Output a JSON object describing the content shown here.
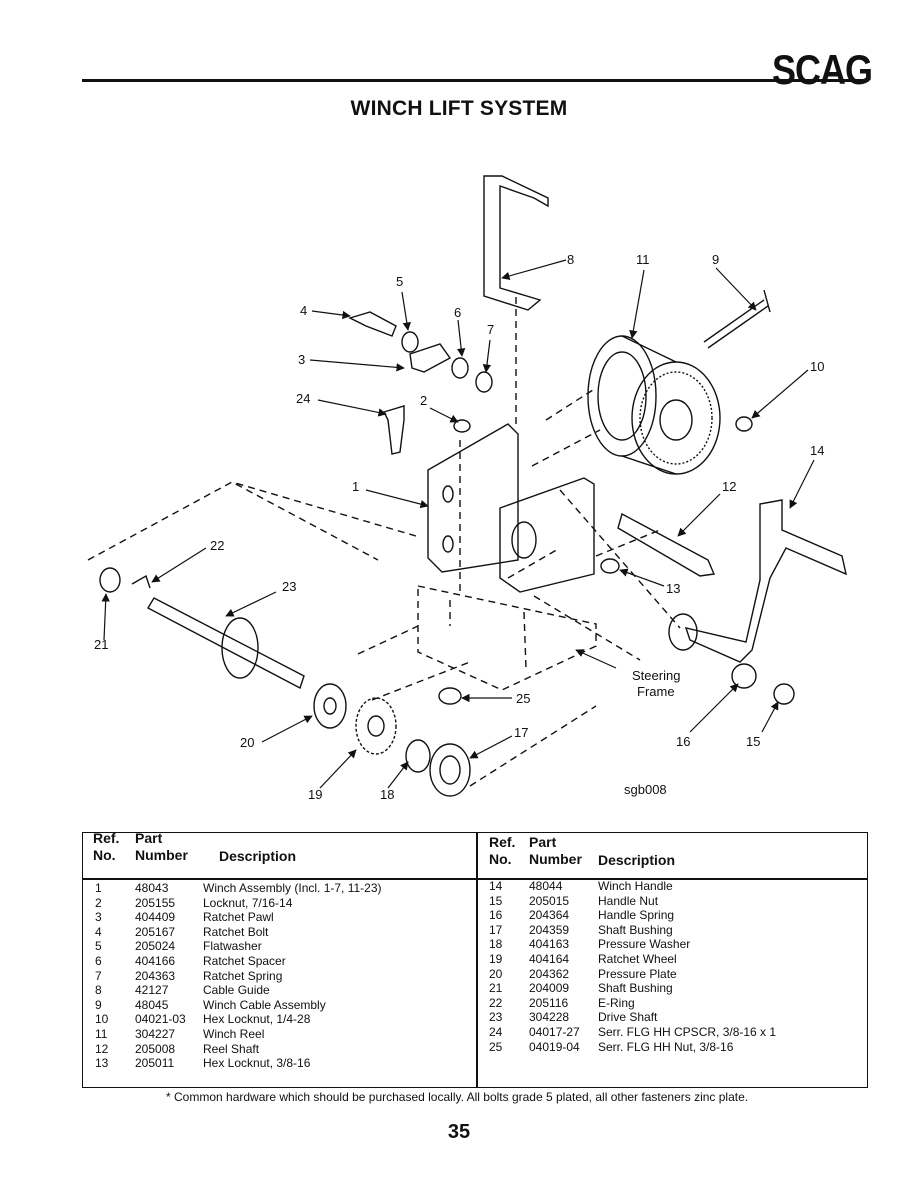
{
  "header": {
    "brand": "SCAG",
    "title": "WINCH LIFT SYSTEM"
  },
  "diagram": {
    "callouts": [
      "1",
      "2",
      "3",
      "4",
      "5",
      "6",
      "7",
      "8",
      "9",
      "10",
      "11",
      "12",
      "13",
      "14",
      "15",
      "16",
      "17",
      "18",
      "19",
      "20",
      "21",
      "22",
      "23",
      "24",
      "25"
    ],
    "frame_label_1": "Steering",
    "frame_label_2": "Frame",
    "figure_code": "sgb008"
  },
  "parts_table": {
    "headers": {
      "ref_line1": "Ref.",
      "ref_line2": "No.",
      "part_line1": "Part",
      "part_line2": "Number",
      "description": "Description"
    },
    "left": [
      {
        "ref": "1",
        "part": "48043",
        "desc": "Winch Assembly (Incl. 1-7, 11-23)"
      },
      {
        "ref": "2",
        "part": "205155",
        "desc": "Locknut, 7/16-14"
      },
      {
        "ref": "3",
        "part": "404409",
        "desc": "Ratchet Pawl"
      },
      {
        "ref": "4",
        "part": "205167",
        "desc": "Ratchet Bolt"
      },
      {
        "ref": "5",
        "part": "205024",
        "desc": "Flatwasher"
      },
      {
        "ref": "6",
        "part": "404166",
        "desc": "Ratchet Spacer"
      },
      {
        "ref": "7",
        "part": "204363",
        "desc": "Ratchet Spring"
      },
      {
        "ref": "8",
        "part": "42127",
        "desc": "Cable Guide"
      },
      {
        "ref": "9",
        "part": "48045",
        "desc": "Winch Cable Assembly"
      },
      {
        "ref": "10",
        "part": "04021-03",
        "desc": "Hex Locknut, 1/4-28"
      },
      {
        "ref": "11",
        "part": "304227",
        "desc": "Winch Reel"
      },
      {
        "ref": "12",
        "part": "205008",
        "desc": "Reel Shaft"
      },
      {
        "ref": "13",
        "part": "205011",
        "desc": "Hex Locknut, 3/8-16"
      }
    ],
    "right": [
      {
        "ref": "14",
        "part": "48044",
        "desc": "Winch Handle"
      },
      {
        "ref": "15",
        "part": "205015",
        "desc": "Handle Nut"
      },
      {
        "ref": "16",
        "part": "204364",
        "desc": "Handle Spring"
      },
      {
        "ref": "17",
        "part": "204359",
        "desc": "Shaft Bushing"
      },
      {
        "ref": "18",
        "part": "404163",
        "desc": "Pressure Washer"
      },
      {
        "ref": "19",
        "part": "404164",
        "desc": "Ratchet Wheel"
      },
      {
        "ref": "20",
        "part": "204362",
        "desc": "Pressure Plate"
      },
      {
        "ref": "21",
        "part": "204009",
        "desc": "Shaft Bushing"
      },
      {
        "ref": "22",
        "part": "205116",
        "desc": "E-Ring"
      },
      {
        "ref": "23",
        "part": "304228",
        "desc": "Drive Shaft"
      },
      {
        "ref": "24",
        "part": "04017-27",
        "desc": "Serr. FLG HH CPSCR, 3/8-16 x 1"
      },
      {
        "ref": "25",
        "part": "04019-04",
        "desc": "Serr. FLG HH Nut, 3/8-16"
      }
    ]
  },
  "footnote": "* Common hardware which should be purchased locally.  All bolts grade 5 plated, all other fasteners zinc plate.",
  "page_number": "35"
}
